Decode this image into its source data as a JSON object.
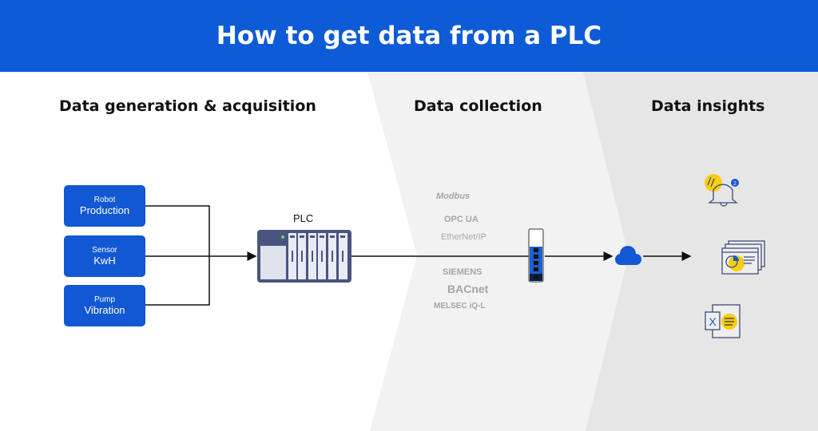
{
  "title": "How to get data from a PLC",
  "sections": [
    "Data generation & acquisition",
    "Data collection",
    "Data insights"
  ],
  "sources": [
    {
      "label": "Robot",
      "value": "Production"
    },
    {
      "label": "Sensor",
      "value": "KwH"
    },
    {
      "label": "Pump",
      "value": "Vibration"
    }
  ],
  "plc_label": "PLC",
  "protocols": [
    "Modbus",
    "OPC UA",
    "EtherNet/IP",
    "SIEMENS",
    "BACnet",
    "MELSEC iQ-L"
  ],
  "notification_count": "2",
  "excel_letter": "X",
  "colors": {
    "brand": "#0d5bd7",
    "accent": "#f7cf12",
    "icon": "#3d4a7a"
  }
}
